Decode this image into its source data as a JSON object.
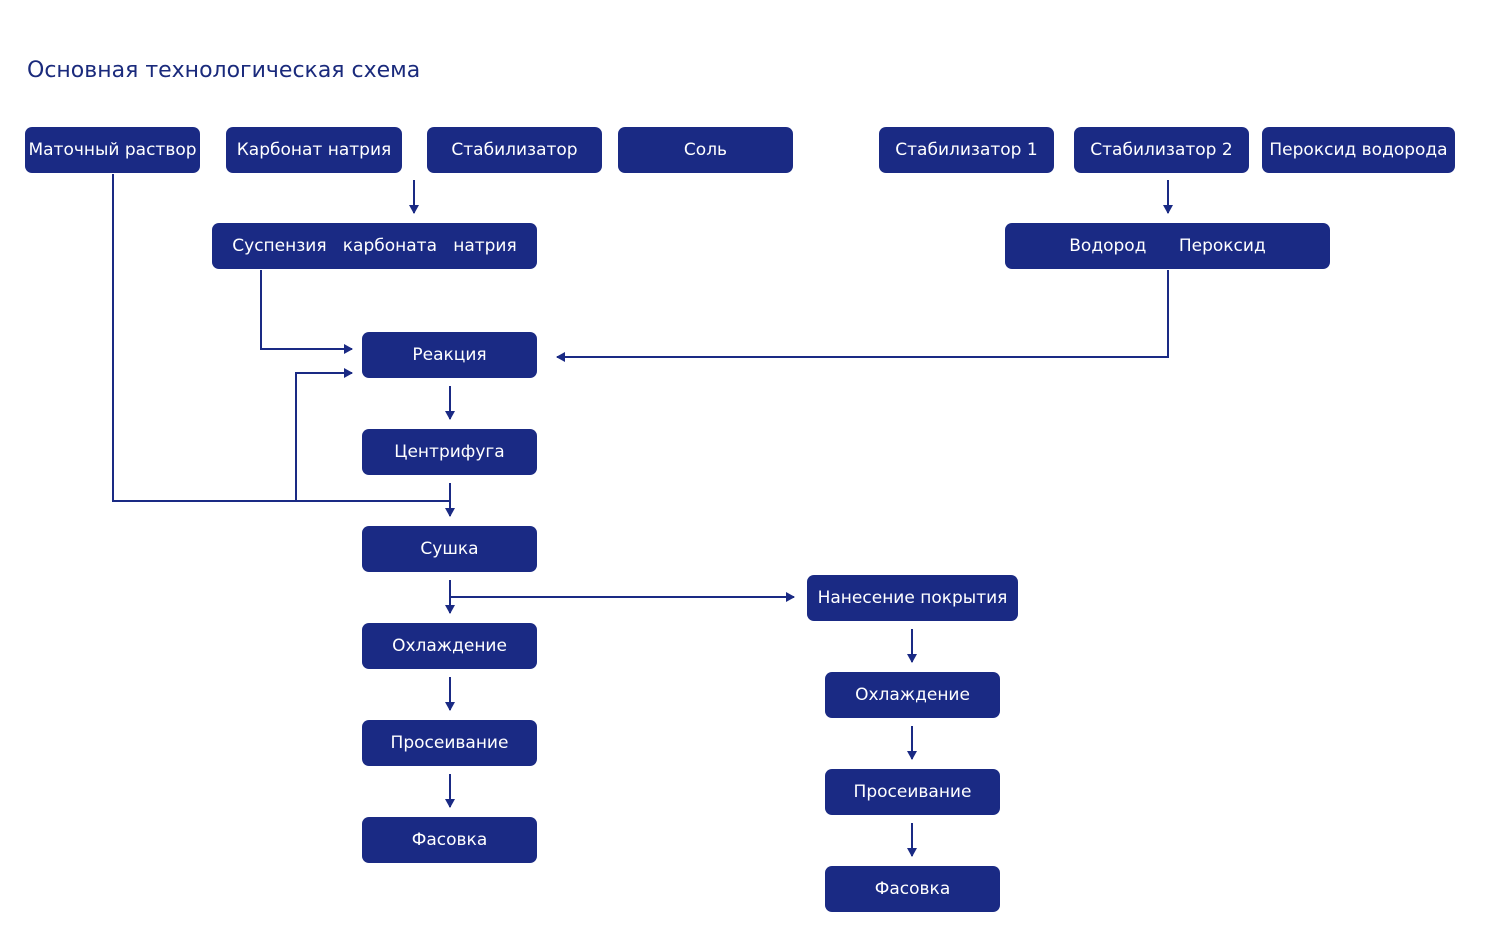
{
  "title": "Основная технологическая схема",
  "colors": {
    "box_fill": "#1a2a84",
    "box_text": "#ffffff",
    "title_text": "#1a2a7c",
    "connector": "#1a2a84"
  },
  "inputs": {
    "mother_liquor": "Маточный раствор",
    "sodium_carbonate": "Карбонат натрия",
    "stabilizer": "Стабилизатор",
    "salt": "Соль",
    "stabilizer_1": "Стабилизатор 1",
    "stabilizer_2": "Стабилизатор 2",
    "hydrogen_peroxide": "Пероксид водорода"
  },
  "intermediates": {
    "carbonate_suspension": "Суспензия   карбоната   натрия",
    "hydrogen_peroxide_mix": "Водород      Пероксид"
  },
  "main_line": {
    "reaction": "Реакция",
    "centrifuge": "Центрифуга",
    "drying": "Сушка",
    "cooling": "Охлаждение",
    "sieving": "Просеивание",
    "packing": "Фасовка"
  },
  "coating_line": {
    "coating": "Нанесение покрытия",
    "cooling": "Охлаждение",
    "sieving": "Просеивание",
    "packing": "Фасовка"
  }
}
